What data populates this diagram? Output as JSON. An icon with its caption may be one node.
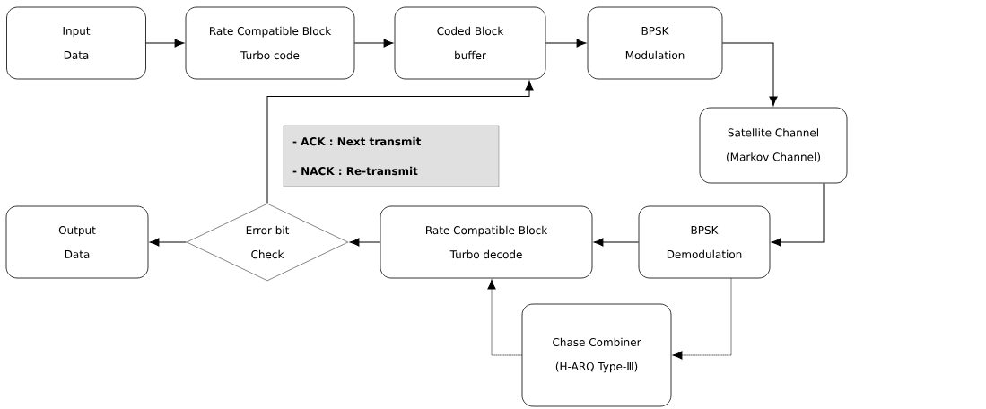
{
  "diagram": {
    "nodes": [
      {
        "text": [
          "Input Data"
        ]
      },
      {
        "text": [
          "Rate Compatible Block Turbo code"
        ]
      },
      {
        "text": [
          "Coded Block buffer"
        ]
      },
      {
        "text": [
          "BPSK Modulation"
        ]
      },
      {
        "text": [
          "Satellite Channel (Markov Channel)"
        ]
      },
      {
        "text": [
          "BPSK Demodulation"
        ]
      },
      {
        "text": [
          "Rate Compatible Block Turbo decode"
        ]
      },
      {
        "text": [
          "Error bit Check"
        ]
      },
      {
        "text": [
          "Output Data"
        ]
      },
      {
        "text": [
          "Chase Combiner (H-ARQ Type-Ⅲ)"
        ]
      },
      {
        "text": [
          "- ACK : Next transmit",
          "- NACK : Re-transmit"
        ]
      }
    ],
    "edges": [
      {
        "from": 0,
        "to": 1,
        "arrow": "to"
      },
      {
        "from": 1,
        "to": 2,
        "arrow": "to"
      },
      {
        "from": 2,
        "to": 3,
        "arrow": "to"
      },
      {
        "from": 3,
        "to": 4,
        "arrow": "to"
      },
      {
        "from": 4,
        "to": 5,
        "arrow": "to"
      },
      {
        "from": 5,
        "to": 6,
        "arrow": "to"
      },
      {
        "from": 6,
        "to": 7,
        "arrow": "to"
      },
      {
        "from": 7,
        "to": 8,
        "arrow": "to"
      },
      {
        "from": 7,
        "to": 2,
        "arrow": "to"
      },
      {
        "from": 5,
        "to": 9,
        "arrow": "to",
        "style": "dashed"
      },
      {
        "from": 9,
        "to": 6,
        "arrow": "to",
        "style": "dashed"
      }
    ]
  }
}
